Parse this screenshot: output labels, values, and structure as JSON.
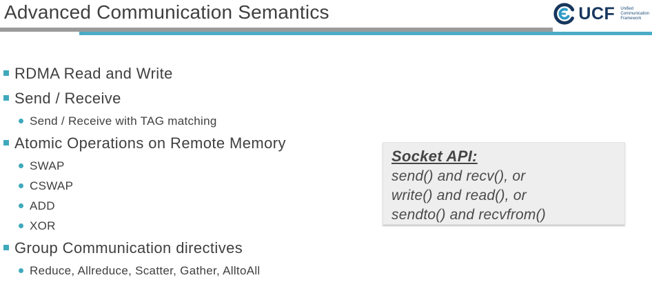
{
  "slide": {
    "title": "Advanced Communication Semantics",
    "logo": {
      "text": "UCF",
      "tagline_lines": [
        "Unified",
        "Communication",
        "Framework"
      ]
    },
    "colors": {
      "accent_teal": "#4BACC6",
      "bullet_teal": "#3FA9BC",
      "bar_gray": "#9B9B9B",
      "body_text": "#3F3F3F",
      "logo_navy": "#17365D",
      "callout_bg": "#EEEEEE"
    },
    "bullets": [
      {
        "level": 1,
        "text": "RDMA Read and Write"
      },
      {
        "level": 1,
        "text": "Send / Receive"
      },
      {
        "level": 2,
        "text": "Send / Receive with TAG matching"
      },
      {
        "level": 1,
        "text": "Atomic Operations on Remote Memory"
      },
      {
        "level": 2,
        "text": "SWAP"
      },
      {
        "level": 2,
        "text": "CSWAP"
      },
      {
        "level": 2,
        "text": "ADD"
      },
      {
        "level": 2,
        "text": "XOR"
      },
      {
        "level": 1,
        "text": "Group Communication directives"
      },
      {
        "level": 2,
        "text": "Reduce, Allreduce, Scatter, Gather, AlltoAll"
      }
    ],
    "callout": {
      "title": "Socket API:",
      "lines": [
        "send() and recv(), or",
        "write() and read(), or",
        "sendto() and recvfrom()"
      ]
    }
  }
}
